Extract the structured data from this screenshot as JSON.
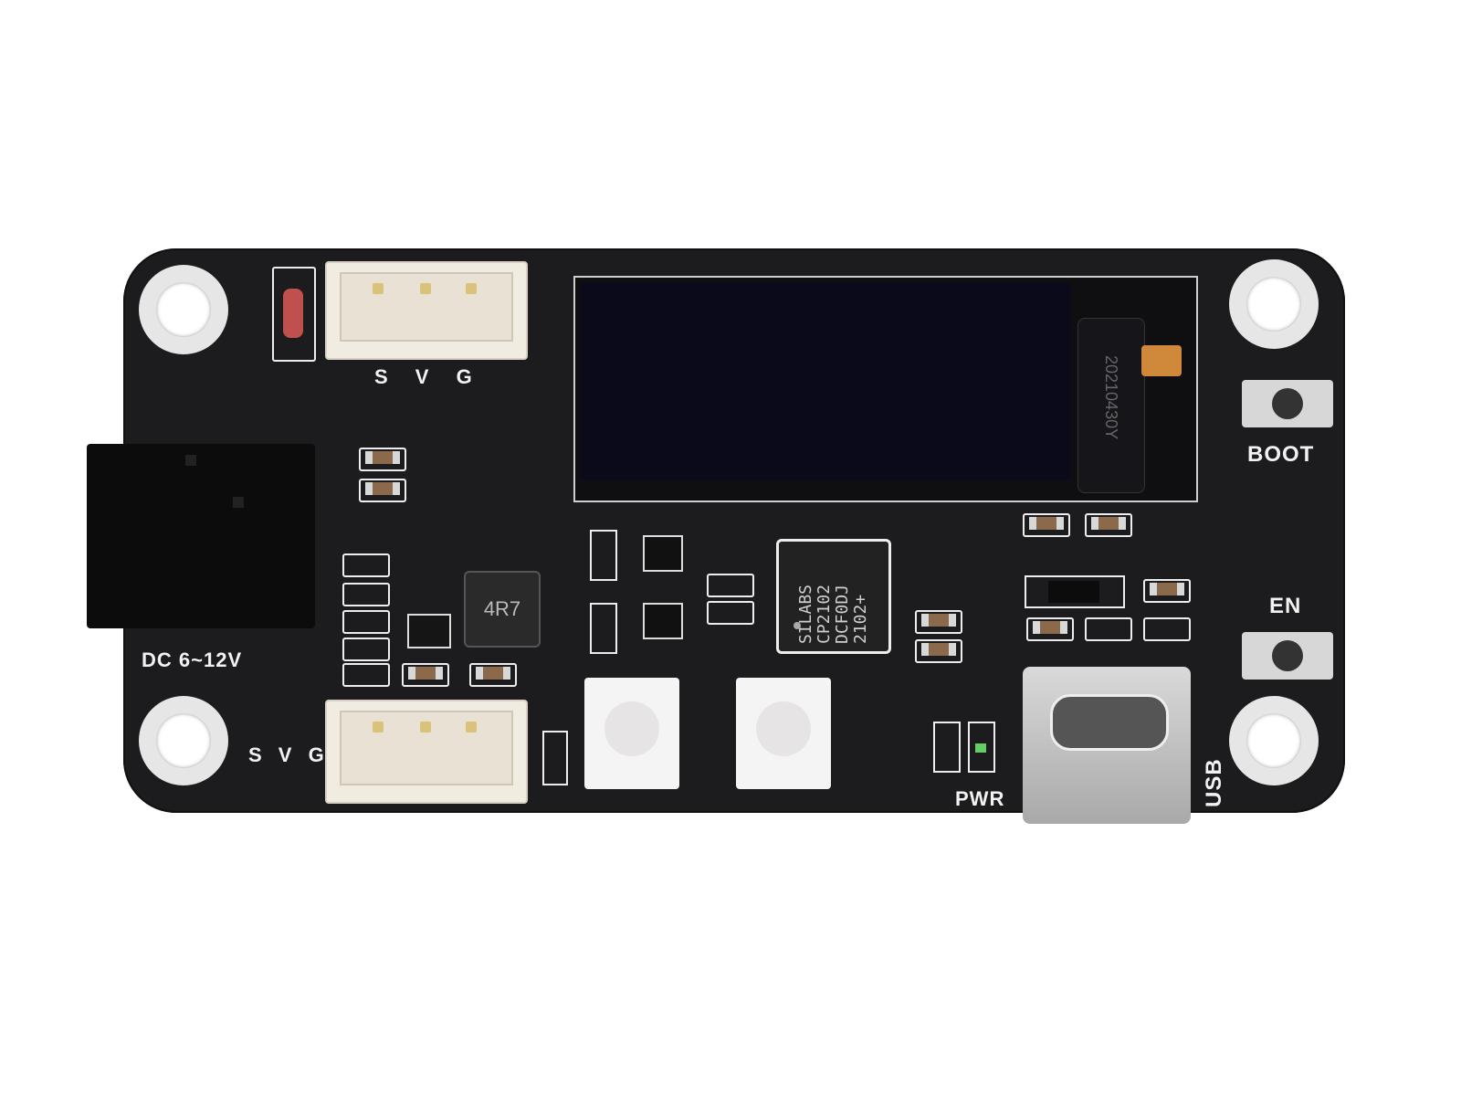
{
  "board": {
    "connector_top_label": "S V G",
    "connector_bottom_label": "S V G",
    "dc_label": "DC 6~12V",
    "boot_label": "BOOT",
    "en_label": "EN",
    "pwr_label": "PWR",
    "usb_label": "USB",
    "chip_text": "SILABS\nCP2102\nDCF0DJ\n2102+",
    "inductor_text": "4R7",
    "oled_ribbon_text": "20210430Y",
    "colors": {
      "pcb": "#1c1c1e",
      "silkscreen": "#f2f2f2",
      "connector": "#f1ece2",
      "background": "#ffffff"
    }
  }
}
